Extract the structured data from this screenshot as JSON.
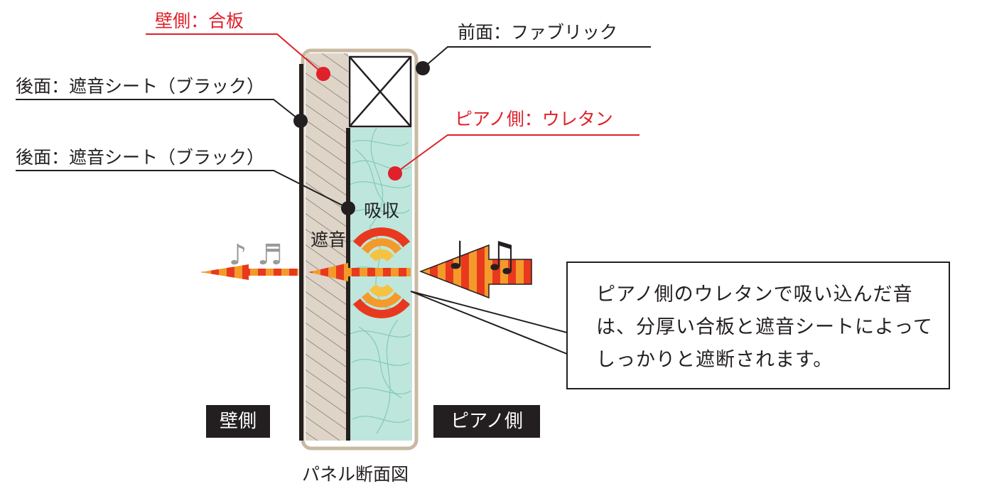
{
  "labels": {
    "wall_plywood": "壁側：合板",
    "front_fabric": "前面：ファブリック",
    "back_sheet_1": "後面：遮音シート（ブラック）",
    "piano_urethane": "ピアノ側：ウレタン",
    "back_sheet_2": "後面：遮音シート（ブラック）",
    "absorb": "吸収",
    "shield": "遮音"
  },
  "callout": {
    "text": "ピアノ側のウレタンで吸い込んだ音は、分厚い合板と遮音シートによってしっかりと遮断されます。"
  },
  "sides": {
    "wall": "壁側",
    "piano": "ピアノ側"
  },
  "caption": "パネル断面図",
  "notes": {
    "left_single": "♪",
    "left_double": "♬",
    "right_single": "♩",
    "right_double": "♫"
  },
  "colors": {
    "accent_red": "#e0202a",
    "text": "#231f20",
    "plywood": "#ded5c8",
    "urethane": "#bfe6dc",
    "arrow_orange": "#f39a2b",
    "arrow_red": "#e8391f",
    "frame": "#c8b9a3"
  }
}
